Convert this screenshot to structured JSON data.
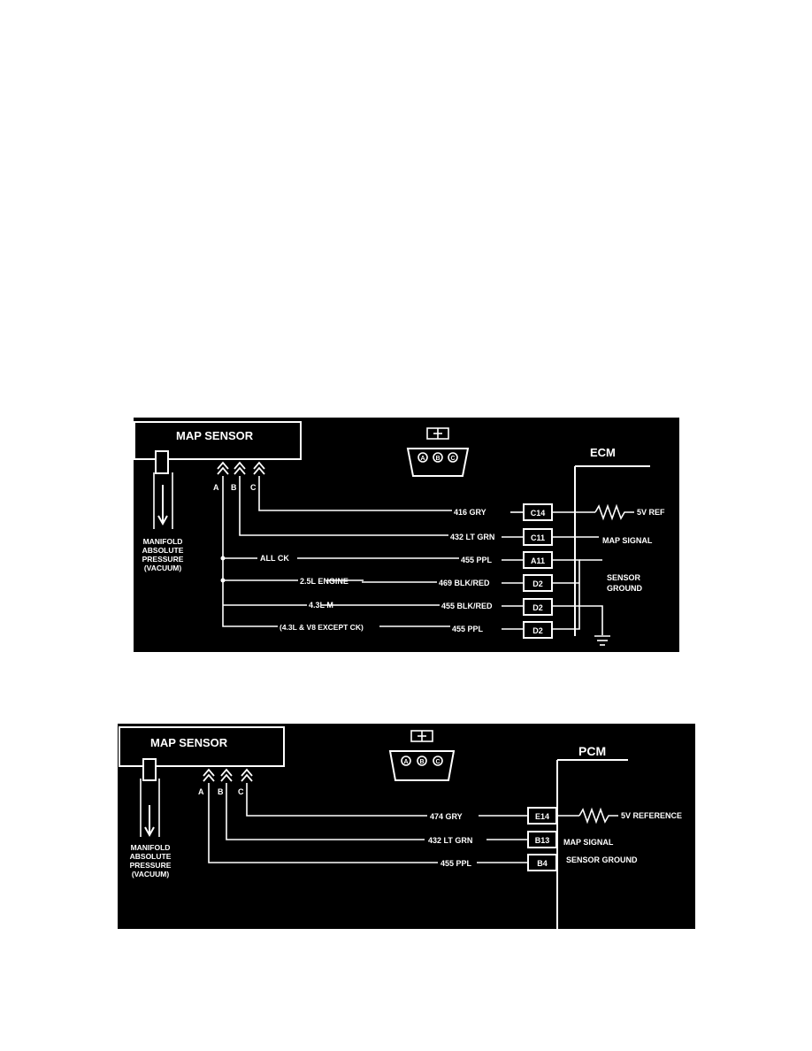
{
  "ecm_diagram": {
    "sensor_title": "MAP SENSOR",
    "pins": [
      "A",
      "B",
      "C"
    ],
    "connector_pins": [
      "A",
      "B",
      "C"
    ],
    "module_label": "ECM",
    "vacuum_label": [
      "MANIFOLD",
      "ABSOLUTE",
      "PRESSURE",
      "(VACUUM)"
    ],
    "wires": [
      {
        "circuit": "416 GRY",
        "terminal": "C14"
      },
      {
        "circuit": "432 LT GRN",
        "terminal": "C11"
      },
      {
        "circuit": "455 PPL",
        "terminal": "A11",
        "variant": "ALL CK"
      },
      {
        "circuit": "469 BLK/RED",
        "terminal": "D2",
        "variant": "2.5L ENGINE"
      },
      {
        "circuit": "455 BLK/RED",
        "terminal": "D2",
        "variant": "4.3L M"
      },
      {
        "circuit": "455 PPL",
        "terminal": "D2",
        "variant": "(4.3L & V8 EXCEPT CK)"
      }
    ],
    "functions": {
      "ref": "5V REF",
      "signal": "MAP SIGNAL",
      "ground": [
        "SENSOR",
        "GROUND"
      ]
    }
  },
  "pcm_diagram": {
    "sensor_title": "MAP SENSOR",
    "pins": [
      "A",
      "B",
      "C"
    ],
    "connector_pins": [
      "A",
      "B",
      "C"
    ],
    "module_label": "PCM",
    "vacuum_label": [
      "MANIFOLD",
      "ABSOLUTE",
      "PRESSURE",
      "(VACUUM)"
    ],
    "wires": [
      {
        "circuit": "474 GRY",
        "terminal": "E14"
      },
      {
        "circuit": "432 LT GRN",
        "terminal": "B13"
      },
      {
        "circuit": "455 PPL",
        "terminal": "B4"
      }
    ],
    "functions": {
      "ref": "5V REFERENCE",
      "signal": "MAP SIGNAL",
      "ground": "SENSOR GROUND"
    }
  }
}
